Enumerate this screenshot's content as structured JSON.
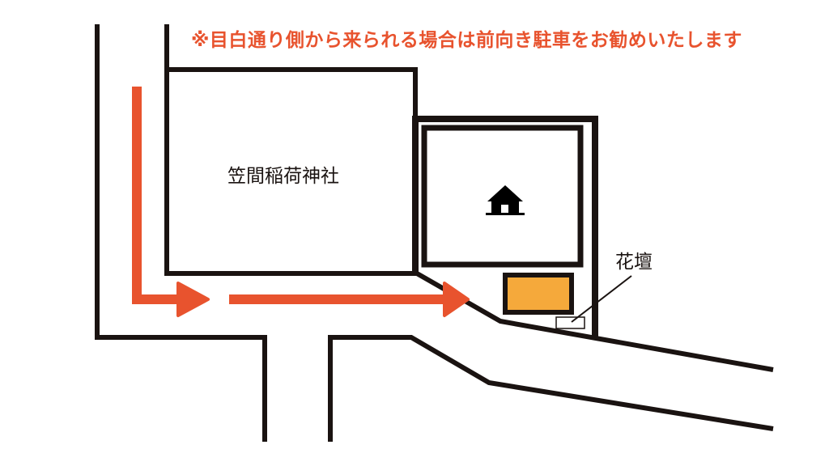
{
  "notice": {
    "text": "※目白通り側から来られる場合は前向き駐車をお勧めいたします",
    "color": "#e8532e"
  },
  "landmarks": {
    "shrine": {
      "label": "笠間稲荷神社"
    },
    "house": {
      "icon": "house-icon"
    },
    "parking": {
      "color": "#f5a93b",
      "icon": "parking-space"
    },
    "flowerbed": {
      "label": "花壇"
    }
  },
  "colors": {
    "road_line": "#1a1311",
    "route_arrow": "#e8532e",
    "parking_fill": "#f5a93b",
    "background": "#ffffff"
  },
  "route": {
    "description": "down the left road, right turn, then east toward the parking",
    "arrows": [
      "arrow-1-down-then-right",
      "arrow-2-right"
    ]
  }
}
